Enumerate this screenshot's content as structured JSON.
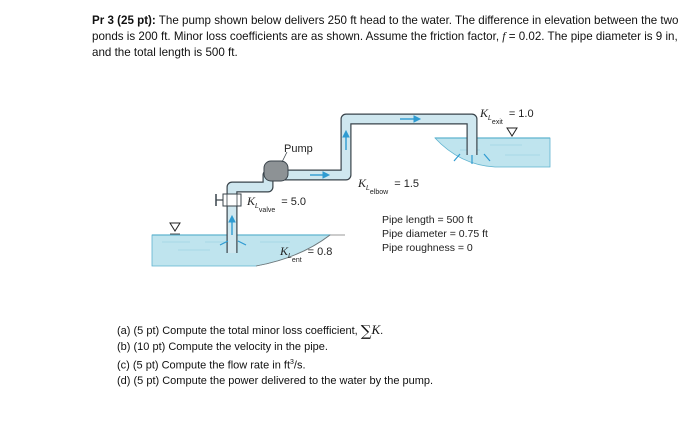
{
  "problem": {
    "heading": "Pr 3 (25 pt):",
    "text1": " The pump shown below delivers 250 ft head to the water. The difference in elevation between the two ponds is 200 ft. Minor loss coefficients are as shown. Assume the friction factor, ",
    "f_symbol": "f",
    "f_value": " = 0.02",
    "text2": ". The pipe diameter is 9 in, and the total length is 500 ft."
  },
  "diagram": {
    "pump_label": "Pump",
    "k_symbol": "K",
    "k_valve_sub": "L",
    "k_valve_subsub": "valve",
    "k_valve_value": "= 5.0",
    "k_ent_sub": "L",
    "k_ent_subsub": "ent",
    "k_ent_value": "= 0.8",
    "k_elbow_sub": "L",
    "k_elbow_subsub": "elbow",
    "k_elbow_value": "= 1.5",
    "k_exit_sub": "L",
    "k_exit_subsub": "exit",
    "k_exit_value": "= 1.0",
    "pipe_length": "Pipe length = 500 ft",
    "pipe_diameter": "Pipe diameter = 0.75 ft",
    "pipe_roughness": "Pipe roughness = 0",
    "colors": {
      "water": "#bfe4ee",
      "water_edge": "#5fb3cf",
      "pipe": "#cfe7ef",
      "pipe_edge": "#39434a",
      "arrow": "#2f9bd1"
    }
  },
  "questions": {
    "a_prefix": "(a)  (5 pt) Compute the total minor loss coefficient, ",
    "a_sigma": "∑",
    "a_k": "K",
    "a_end": ".",
    "b": "(b)  (10 pt) Compute the velocity in the pipe.",
    "c_prefix": "(c)  (5 pt) Compute the flow rate in ft",
    "c_sup": "3",
    "c_end": "/s.",
    "d": "(d)  (5 pt) Compute the power delivered to the water by the pump."
  }
}
